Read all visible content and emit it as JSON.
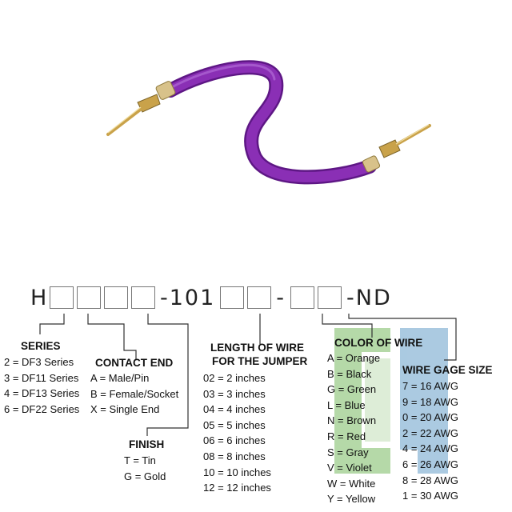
{
  "part_number": {
    "prefix": "H",
    "seg1": "-101",
    "seg2": "-",
    "seg3": "-ND"
  },
  "series": {
    "title": "SERIES",
    "items": [
      "2 = DF3 Series",
      "3 = DF11 Series",
      "4 = DF13 Series",
      "6 = DF22 Series"
    ]
  },
  "contact_end": {
    "title": "CONTACT END",
    "items": [
      "A = Male/Pin",
      "B = Female/Socket",
      "X = Single End"
    ]
  },
  "finish": {
    "title": "FINISH",
    "items": [
      "T = Tin",
      "G = Gold"
    ]
  },
  "length": {
    "title_line1": "LENGTH OF WIRE",
    "title_line2": "FOR THE JUMPER",
    "items": [
      "02 = 2 inches",
      "03 = 3 inches",
      "04 = 4 inches",
      "05 = 5 inches",
      "06 = 6 inches",
      "08 = 8 inches",
      "10 = 10 inches",
      "12 = 12 inches"
    ]
  },
  "color": {
    "title": "COLOR OF WIRE",
    "items": [
      "A = Orange",
      "B = Black",
      "G = Green",
      "L = Blue",
      "N = Brown",
      "R = Red",
      "S = Gray",
      "V = Violet",
      "W = White",
      "Y = Yellow"
    ]
  },
  "gage": {
    "title": "WIRE GAGE SIZE",
    "items": [
      "7 = 16 AWG",
      "9 = 18 AWG",
      "0 = 20 AWG",
      "2 = 22 AWG",
      "4 = 24 AWG",
      "6 = 26 AWG",
      "8 = 28 AWG",
      "1 = 30 AWG"
    ]
  },
  "colors": {
    "wire": "#8a2fb5",
    "wire_dark": "#5e1785",
    "contact": "#c9a24a",
    "watermark_green": "#a9d39a",
    "watermark_blue": "#9cc1dc",
    "leader": "#333333"
  }
}
